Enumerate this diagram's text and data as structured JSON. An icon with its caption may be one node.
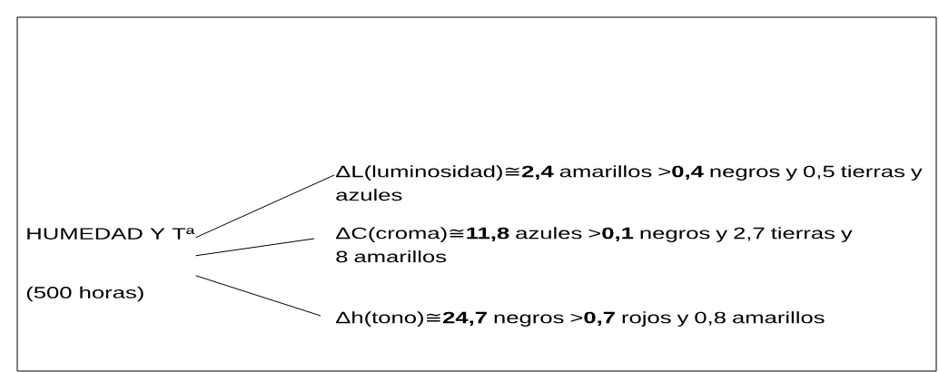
{
  "diagram": {
    "nodes": [
      {
        "text": [
          "HUMEDAD Y Tª",
          "(500 horas)"
        ]
      },
      {
        "text": [
          "ΔL(luminosidad)≅**2,4** amarillos >**0,4** negros y 0,5 tierras y azules"
        ]
      },
      {
        "text": [
          "ΔC(croma)≅**11,8** azules >**0,1** negros y 2,7 tierras y 8 amarillos"
        ]
      },
      {
        "text": [
          "Δh(tono)≅**24,7** negros >**0,7** rojos y 0,8 amarillos"
        ]
      }
    ],
    "edges": [
      {
        "from": 0,
        "to": 1,
        "arrow": "none"
      },
      {
        "from": 0,
        "to": 2,
        "arrow": "none"
      },
      {
        "from": 0,
        "to": 3,
        "arrow": "none"
      }
    ]
  }
}
